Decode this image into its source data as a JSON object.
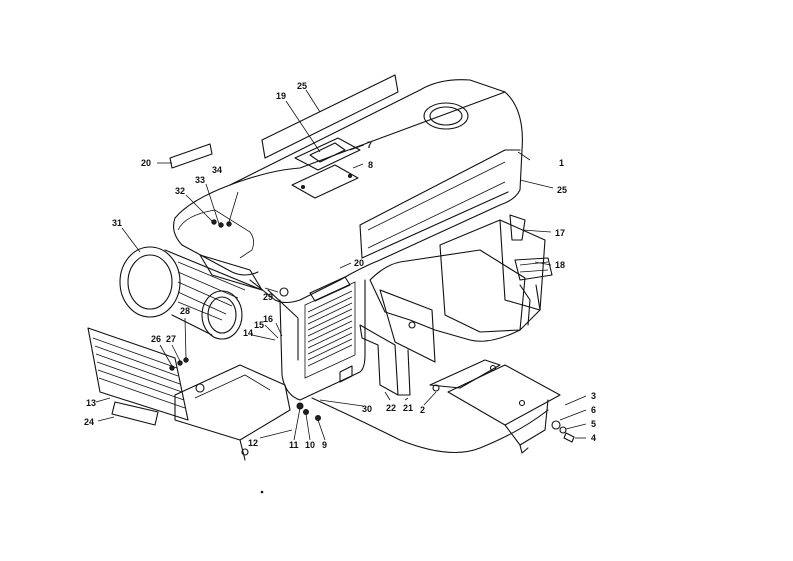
{
  "diagram": {
    "callouts": [
      {
        "id": "c1",
        "text": "1"
      },
      {
        "id": "c2",
        "text": "2"
      },
      {
        "id": "c3",
        "text": "3"
      },
      {
        "id": "c4",
        "text": "4"
      },
      {
        "id": "c5",
        "text": "5"
      },
      {
        "id": "c6",
        "text": "6"
      },
      {
        "id": "c7",
        "text": "7"
      },
      {
        "id": "c8",
        "text": "8"
      },
      {
        "id": "c9",
        "text": "9"
      },
      {
        "id": "c10",
        "text": "10"
      },
      {
        "id": "c11",
        "text": "11"
      },
      {
        "id": "c12",
        "text": "12"
      },
      {
        "id": "c13",
        "text": "13"
      },
      {
        "id": "c14",
        "text": "14"
      },
      {
        "id": "c15",
        "text": "15"
      },
      {
        "id": "c16",
        "text": "16"
      },
      {
        "id": "c17",
        "text": "17"
      },
      {
        "id": "c18",
        "text": "18"
      },
      {
        "id": "c19",
        "text": "19"
      },
      {
        "id": "c20a",
        "text": "20"
      },
      {
        "id": "c20b",
        "text": "20"
      },
      {
        "id": "c21",
        "text": "21"
      },
      {
        "id": "c22",
        "text": "22"
      },
      {
        "id": "c24",
        "text": "24"
      },
      {
        "id": "c25a",
        "text": "25"
      },
      {
        "id": "c25b",
        "text": "25"
      },
      {
        "id": "c26",
        "text": "26"
      },
      {
        "id": "c27",
        "text": "27"
      },
      {
        "id": "c28",
        "text": "28"
      },
      {
        "id": "c29",
        "text": "29"
      },
      {
        "id": "c30",
        "text": "30"
      },
      {
        "id": "c31",
        "text": "31"
      },
      {
        "id": "c32",
        "text": "32"
      },
      {
        "id": "c33",
        "text": "33"
      },
      {
        "id": "c34",
        "text": "34"
      }
    ]
  }
}
